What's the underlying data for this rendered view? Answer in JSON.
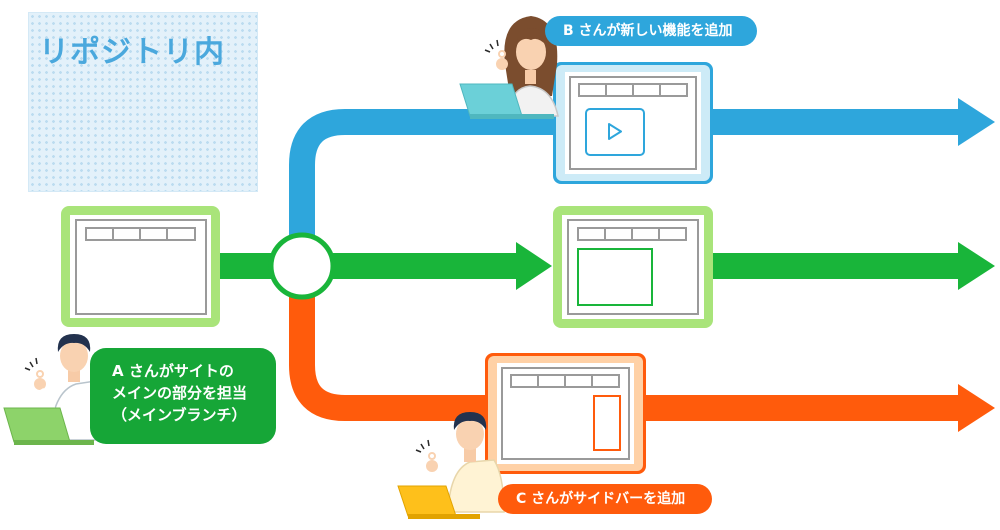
{
  "repository": {
    "label": "リポジトリ内"
  },
  "callouts": {
    "a": {
      "lines": [
        "A さんがサイトの",
        "メインの部分を担当",
        "（メインブランチ）"
      ]
    },
    "b": {
      "text": "B さんが新しい機能を追加"
    },
    "c": {
      "text": "C さんがサイドバーを追加"
    }
  },
  "colors": {
    "main": "#19b53a",
    "main_frame": "#a9e47a",
    "feature_b": "#2ea6dc",
    "feature_b_frame": "#cdebf7",
    "feature_c": "#ff5b0c",
    "feature_c_frame": "#ffd1a6"
  }
}
